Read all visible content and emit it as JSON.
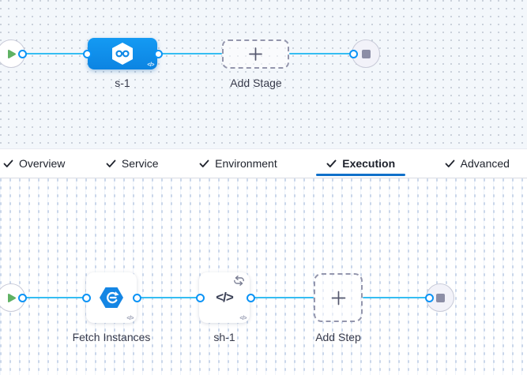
{
  "top_canvas": {
    "stage_label": "s-1",
    "add_stage_label": "Add Stage",
    "code_badge": "</>"
  },
  "tabs": {
    "active": "Execution",
    "items": [
      {
        "label": "Overview",
        "checked": true
      },
      {
        "label": "Service",
        "checked": true
      },
      {
        "label": "Environment",
        "checked": true
      },
      {
        "label": "Execution",
        "checked": true
      },
      {
        "label": "Advanced",
        "checked": true
      }
    ]
  },
  "bottom_canvas": {
    "step1_label": "Fetch Instances",
    "step2_label": "sh-1",
    "shell_glyph": "</>",
    "add_step_label": "Add Step",
    "code_badge": "</>"
  },
  "colors": {
    "node_blue": "#0f8ae6",
    "connector_blue": "#35bdf2",
    "ring_blue": "#0b93f6",
    "underline_blue": "#1070ca",
    "play_green": "#60b264",
    "stop_gray": "#8c8ea6",
    "canvas_top_bg": "#f3f7fb"
  }
}
